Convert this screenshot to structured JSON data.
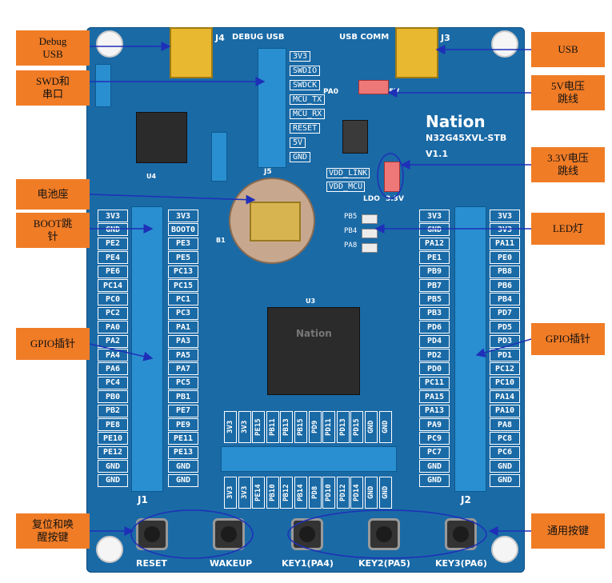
{
  "colors": {
    "board": "#1a6aa6",
    "callout": "#f07c26",
    "arrow": "#1e2fb8",
    "header_pin": "#2a8fd0"
  },
  "callouts": {
    "debug_usb": "Debug\nUSB",
    "swd_uart": "SWD和\n串口",
    "battery": "电池座",
    "boot_pin": "BOOT跳\n针",
    "gpio_left": "GPIO插针",
    "reset_wakeup": "复位和唤\n醒按键",
    "usb": "USB",
    "jumper_5v": "5V电压\n跳线",
    "jumper_33v": "3.3V电压\n跳线",
    "led": "LED灯",
    "gpio_right": "GPIO插针",
    "keys": "通用按键"
  },
  "board": {
    "brand": "Nation",
    "model": "N32G45XVL-STB",
    "version": "V1.1",
    "debug_usb": "DEBUG USB",
    "usb_comm": "USB COMM",
    "ldo": "LDO",
    "v33": "3.3V",
    "v5": "5V",
    "pa0": "PA0",
    "vdd_link": "VDD_LINK",
    "vdd_mcu": "VDD_MCU",
    "j1": "J1",
    "j2": "J2",
    "j3": "J3",
    "j4": "J4",
    "j5": "J5",
    "u3": "U3",
    "u4": "U4",
    "b1": "B1",
    "reset": "RESET",
    "wakeup": "WAKEUP",
    "key1": "KEY1(PA4)",
    "key2": "KEY2(PA5)",
    "key3": "KEY3(PA6)"
  },
  "swd_labels": [
    "3V3",
    "SWDIO",
    "SWDCK",
    "MCU_TX",
    "MCU_RX",
    "RESET",
    "5V",
    "GND"
  ],
  "led_labels": [
    "PB5",
    "PB4",
    "PA8"
  ],
  "left_outer": [
    "3V3",
    "GND",
    "PE2",
    "PE4",
    "PE6",
    "PC14",
    "PC0",
    "PC2",
    "PA0",
    "PA2",
    "PA4",
    "PA6",
    "PC4",
    "PB0",
    "PB2",
    "PE8",
    "PE10",
    "PE12",
    "GND",
    "GND"
  ],
  "left_inner": [
    "3V3",
    "BOOT0",
    "PE3",
    "PE5",
    "PC13",
    "PC15",
    "PC1",
    "PC3",
    "PA1",
    "PA3",
    "PA5",
    "PA7",
    "PC5",
    "PB1",
    "PE7",
    "PE9",
    "PE11",
    "PE13",
    "GND",
    "GND"
  ],
  "right_inner": [
    "3V3",
    "GND",
    "PA12",
    "PE1",
    "PB9",
    "PB7",
    "PB5",
    "PB3",
    "PD6",
    "PD4",
    "PD2",
    "PD0",
    "PC11",
    "PA15",
    "PA13",
    "PA9",
    "PC9",
    "PC7",
    "GND",
    "GND"
  ],
  "right_outer": [
    "3V3",
    "3V3",
    "PA11",
    "PE0",
    "PB8",
    "PB6",
    "PB4",
    "PD7",
    "PD5",
    "PD3",
    "PD1",
    "PC12",
    "PC10",
    "PA14",
    "PA10",
    "PA8",
    "PC8",
    "PC6",
    "GND",
    "GND"
  ],
  "bottom_top": [
    "3V3",
    "3V3",
    "PE15",
    "PB11",
    "PB13",
    "PB15",
    "PD9",
    "PD11",
    "PD13",
    "PD15",
    "GND",
    "GND"
  ],
  "bottom_bot": [
    "3V3",
    "3V3",
    "PE14",
    "PB10",
    "PB12",
    "PB14",
    "PD8",
    "PD10",
    "PD12",
    "PD14",
    "GND",
    "GND"
  ]
}
